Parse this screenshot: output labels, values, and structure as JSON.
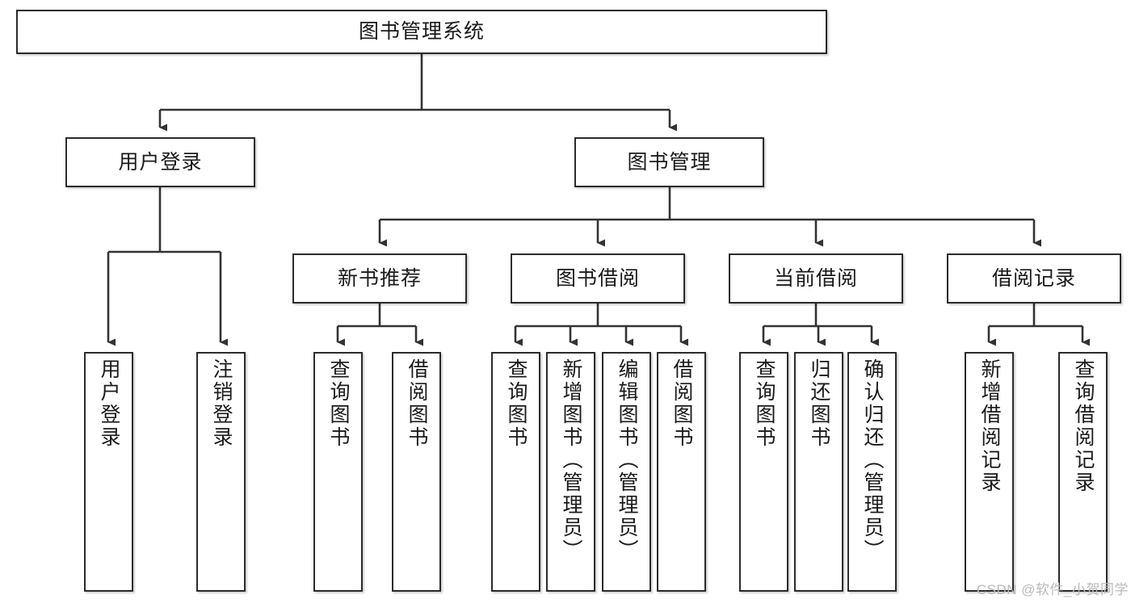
{
  "diagram": {
    "title": "图书管理系统",
    "type": "tree",
    "watermark": "CSDN @软件_小贺同学",
    "colors": {
      "node_border": "#2b2b2b",
      "node_fill": "#ffffff",
      "edge": "#333333",
      "text": "#1a1a1a",
      "watermark": "#b9b9b9"
    },
    "nodes": {
      "root": {
        "label": "图书管理系统"
      },
      "level2": [
        {
          "label": "用户登录"
        },
        {
          "label": "图书管理"
        }
      ],
      "level3": [
        {
          "label": "新书推荐"
        },
        {
          "label": "图书借阅"
        },
        {
          "label": "当前借阅"
        },
        {
          "label": "借阅记录"
        }
      ],
      "leaves_user_login": [
        {
          "label": "用户登录"
        },
        {
          "label": "注销登录"
        }
      ],
      "leaves_new_book": [
        {
          "label": "查询图书"
        },
        {
          "label": "借阅图书"
        }
      ],
      "leaves_borrow": [
        {
          "label": "查询图书"
        },
        {
          "label": "新增图书（管理员）"
        },
        {
          "label": "编辑图书（管理员）"
        },
        {
          "label": "借阅图书"
        }
      ],
      "leaves_current": [
        {
          "label": "查询图书"
        },
        {
          "label": "归还图书"
        },
        {
          "label": "确认归还（管理员）"
        }
      ],
      "leaves_records": [
        {
          "label": "新增借阅记录"
        },
        {
          "label": "查询借阅记录"
        }
      ]
    }
  }
}
